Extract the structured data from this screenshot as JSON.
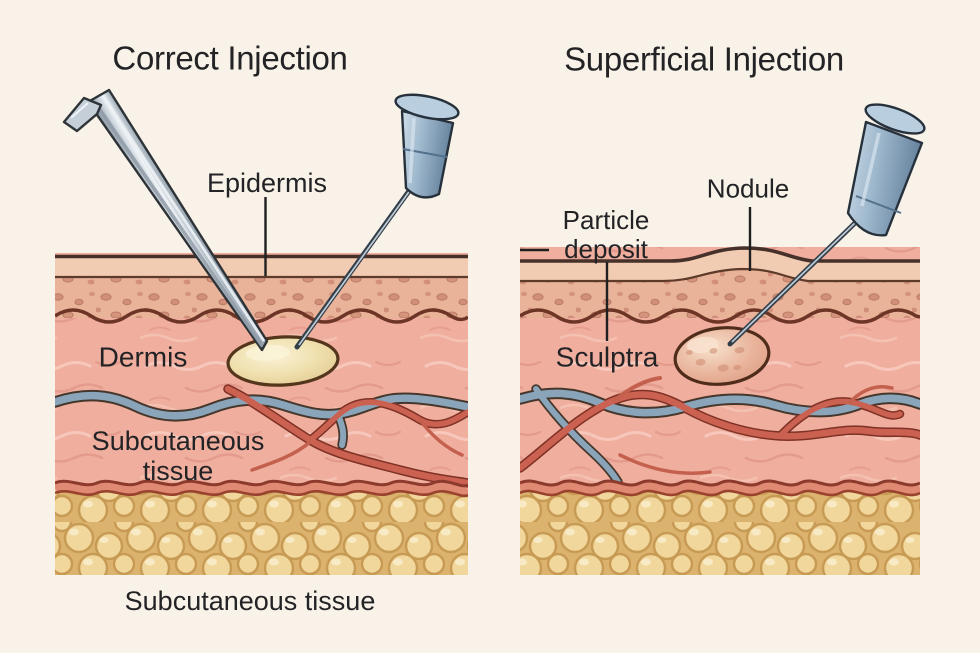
{
  "page": {
    "background": "#f8f2e8"
  },
  "panel_left": {
    "title": "Correct Injection",
    "epidermis_label": "Epidermis",
    "dermis_label": "Dermis",
    "subcutaneous_label_line1": "Subcutaneous",
    "subcutaneous_label_line2": "tissue"
  },
  "panel_right": {
    "title": "Superficial Injection",
    "particle_label_line1": "Particle",
    "particle_label_line2": "deposit",
    "sculptra_label": "Sculptra",
    "nodule_label": "Nodule"
  },
  "caption": {
    "bottom_left": "Subcutaneous tissue"
  },
  "colors": {
    "background": "#f8f2e8",
    "text": "#232326",
    "skin_surface_line": "#46302a",
    "stratum_band": "#f2ccb2",
    "epidermis_band": "#e8b399",
    "epidermis_speckle": "#d18e78",
    "dermis": "#f0ae9e",
    "vein_blue": "#8aa4ba",
    "vessel_red": "#cb6150",
    "fat_base": "#dcb36e",
    "fat_cell": "#f1d79c",
    "deposit_fill": "#eedcab",
    "nodule_fill": "#e2a68d",
    "needle_metal": "#b6c0c9",
    "needle_hub_blue": "#8fa9c0",
    "outline_dark_brown": "#5d3a2a"
  }
}
